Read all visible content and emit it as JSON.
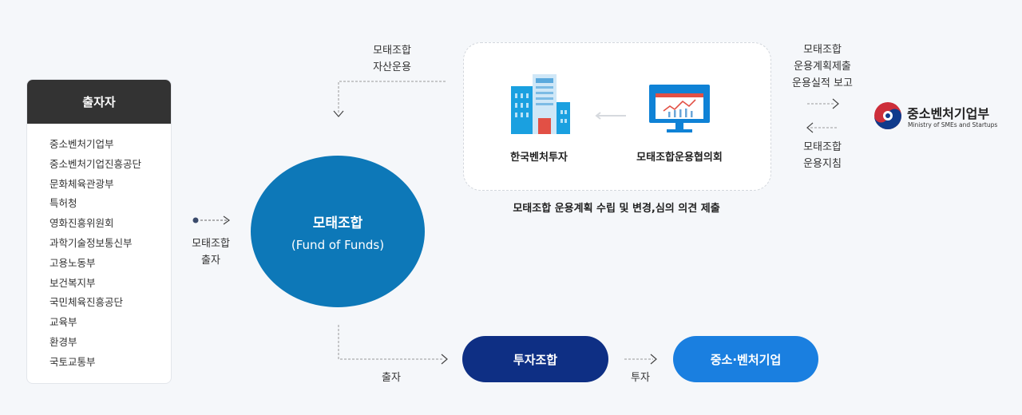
{
  "investors": {
    "title": "출자자",
    "items": [
      "중소벤처기업부",
      "중소벤처기업진흥공단",
      "문화체육관광부",
      "특허청",
      "영화진흥위원회",
      "과학기술정보통신부",
      "고용노동부",
      "보건복지부",
      "국민체육진흥공단",
      "교육부",
      "환경부",
      "국토교통부"
    ]
  },
  "investment_flow": {
    "line1": "모태조합",
    "line2": "출자"
  },
  "fund_of_funds": {
    "title": "모태조합",
    "subtitle": "(Fund of Funds)"
  },
  "asset_management": {
    "line1": "모태조합",
    "line2": "자산운용"
  },
  "orgs": {
    "kvic": "한국벤처투자",
    "council": "모태조합운용협의회",
    "caption": "모태조합 운용계획 수립 및 변경,심의 의견 제출"
  },
  "report": {
    "line1": "모태조합",
    "line2": "운용계획제출",
    "line3": "운용실적 보고"
  },
  "guideline": {
    "line1": "모태조합",
    "line2": "운용지침"
  },
  "ministry": {
    "name": "중소벤처기업부",
    "english": "Ministry of SMEs and Startups"
  },
  "bottom": {
    "invest_label": "출자",
    "union": "투자조합",
    "invest2_label": "투자",
    "sme": "중소·벤처기업"
  },
  "colors": {
    "fof": "#0d78b8",
    "union": "#0e2f84",
    "sme": "#1a7fe0",
    "header": "#333333"
  }
}
